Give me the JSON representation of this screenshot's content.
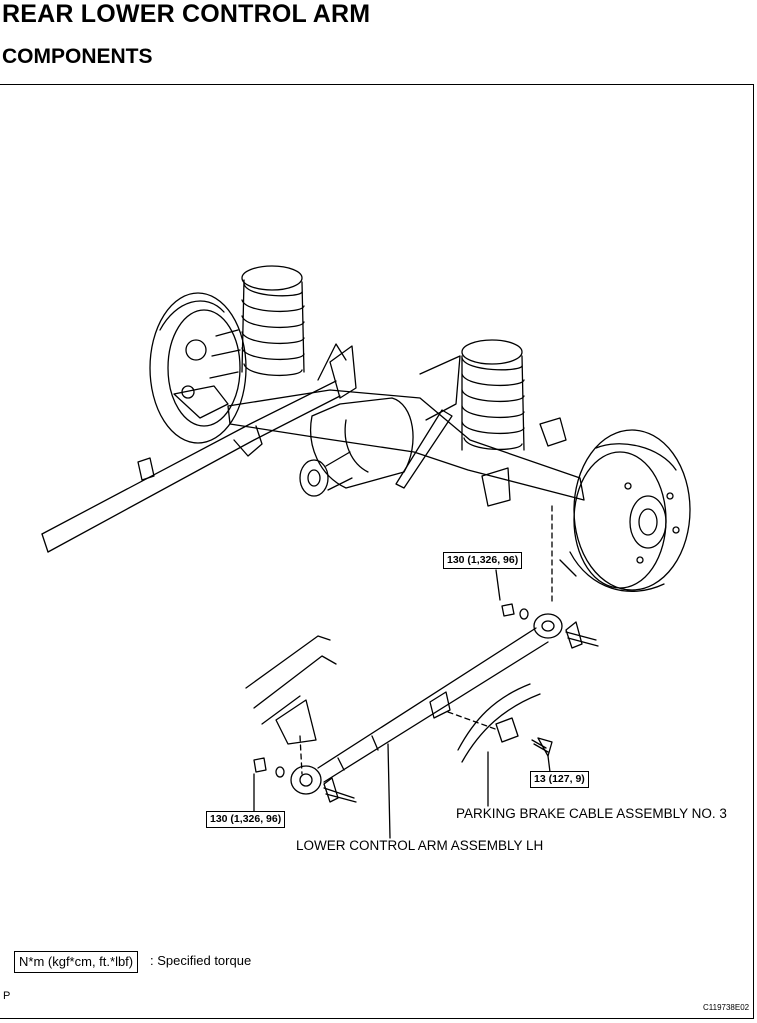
{
  "header": {
    "title": "REAR LOWER CONTROL ARM",
    "subtitle": "COMPONENTS"
  },
  "torque_labels": {
    "upper_nut": "130 (1,326, 96)",
    "lower_nut": "130 (1,326, 96)",
    "cable_bolt": "13 (127, 9)"
  },
  "callouts": {
    "parking_brake_cable": "PARKING BRAKE CABLE ASSEMBLY NO. 3",
    "lower_control_arm": "LOWER CONTROL ARM ASSEMBLY LH"
  },
  "legend": {
    "unit": "N*m (kgf*cm, ft.*lbf)",
    "text": ": Specified torque"
  },
  "footer": {
    "page_letter": "P",
    "illustration_code": "C119738E02"
  }
}
